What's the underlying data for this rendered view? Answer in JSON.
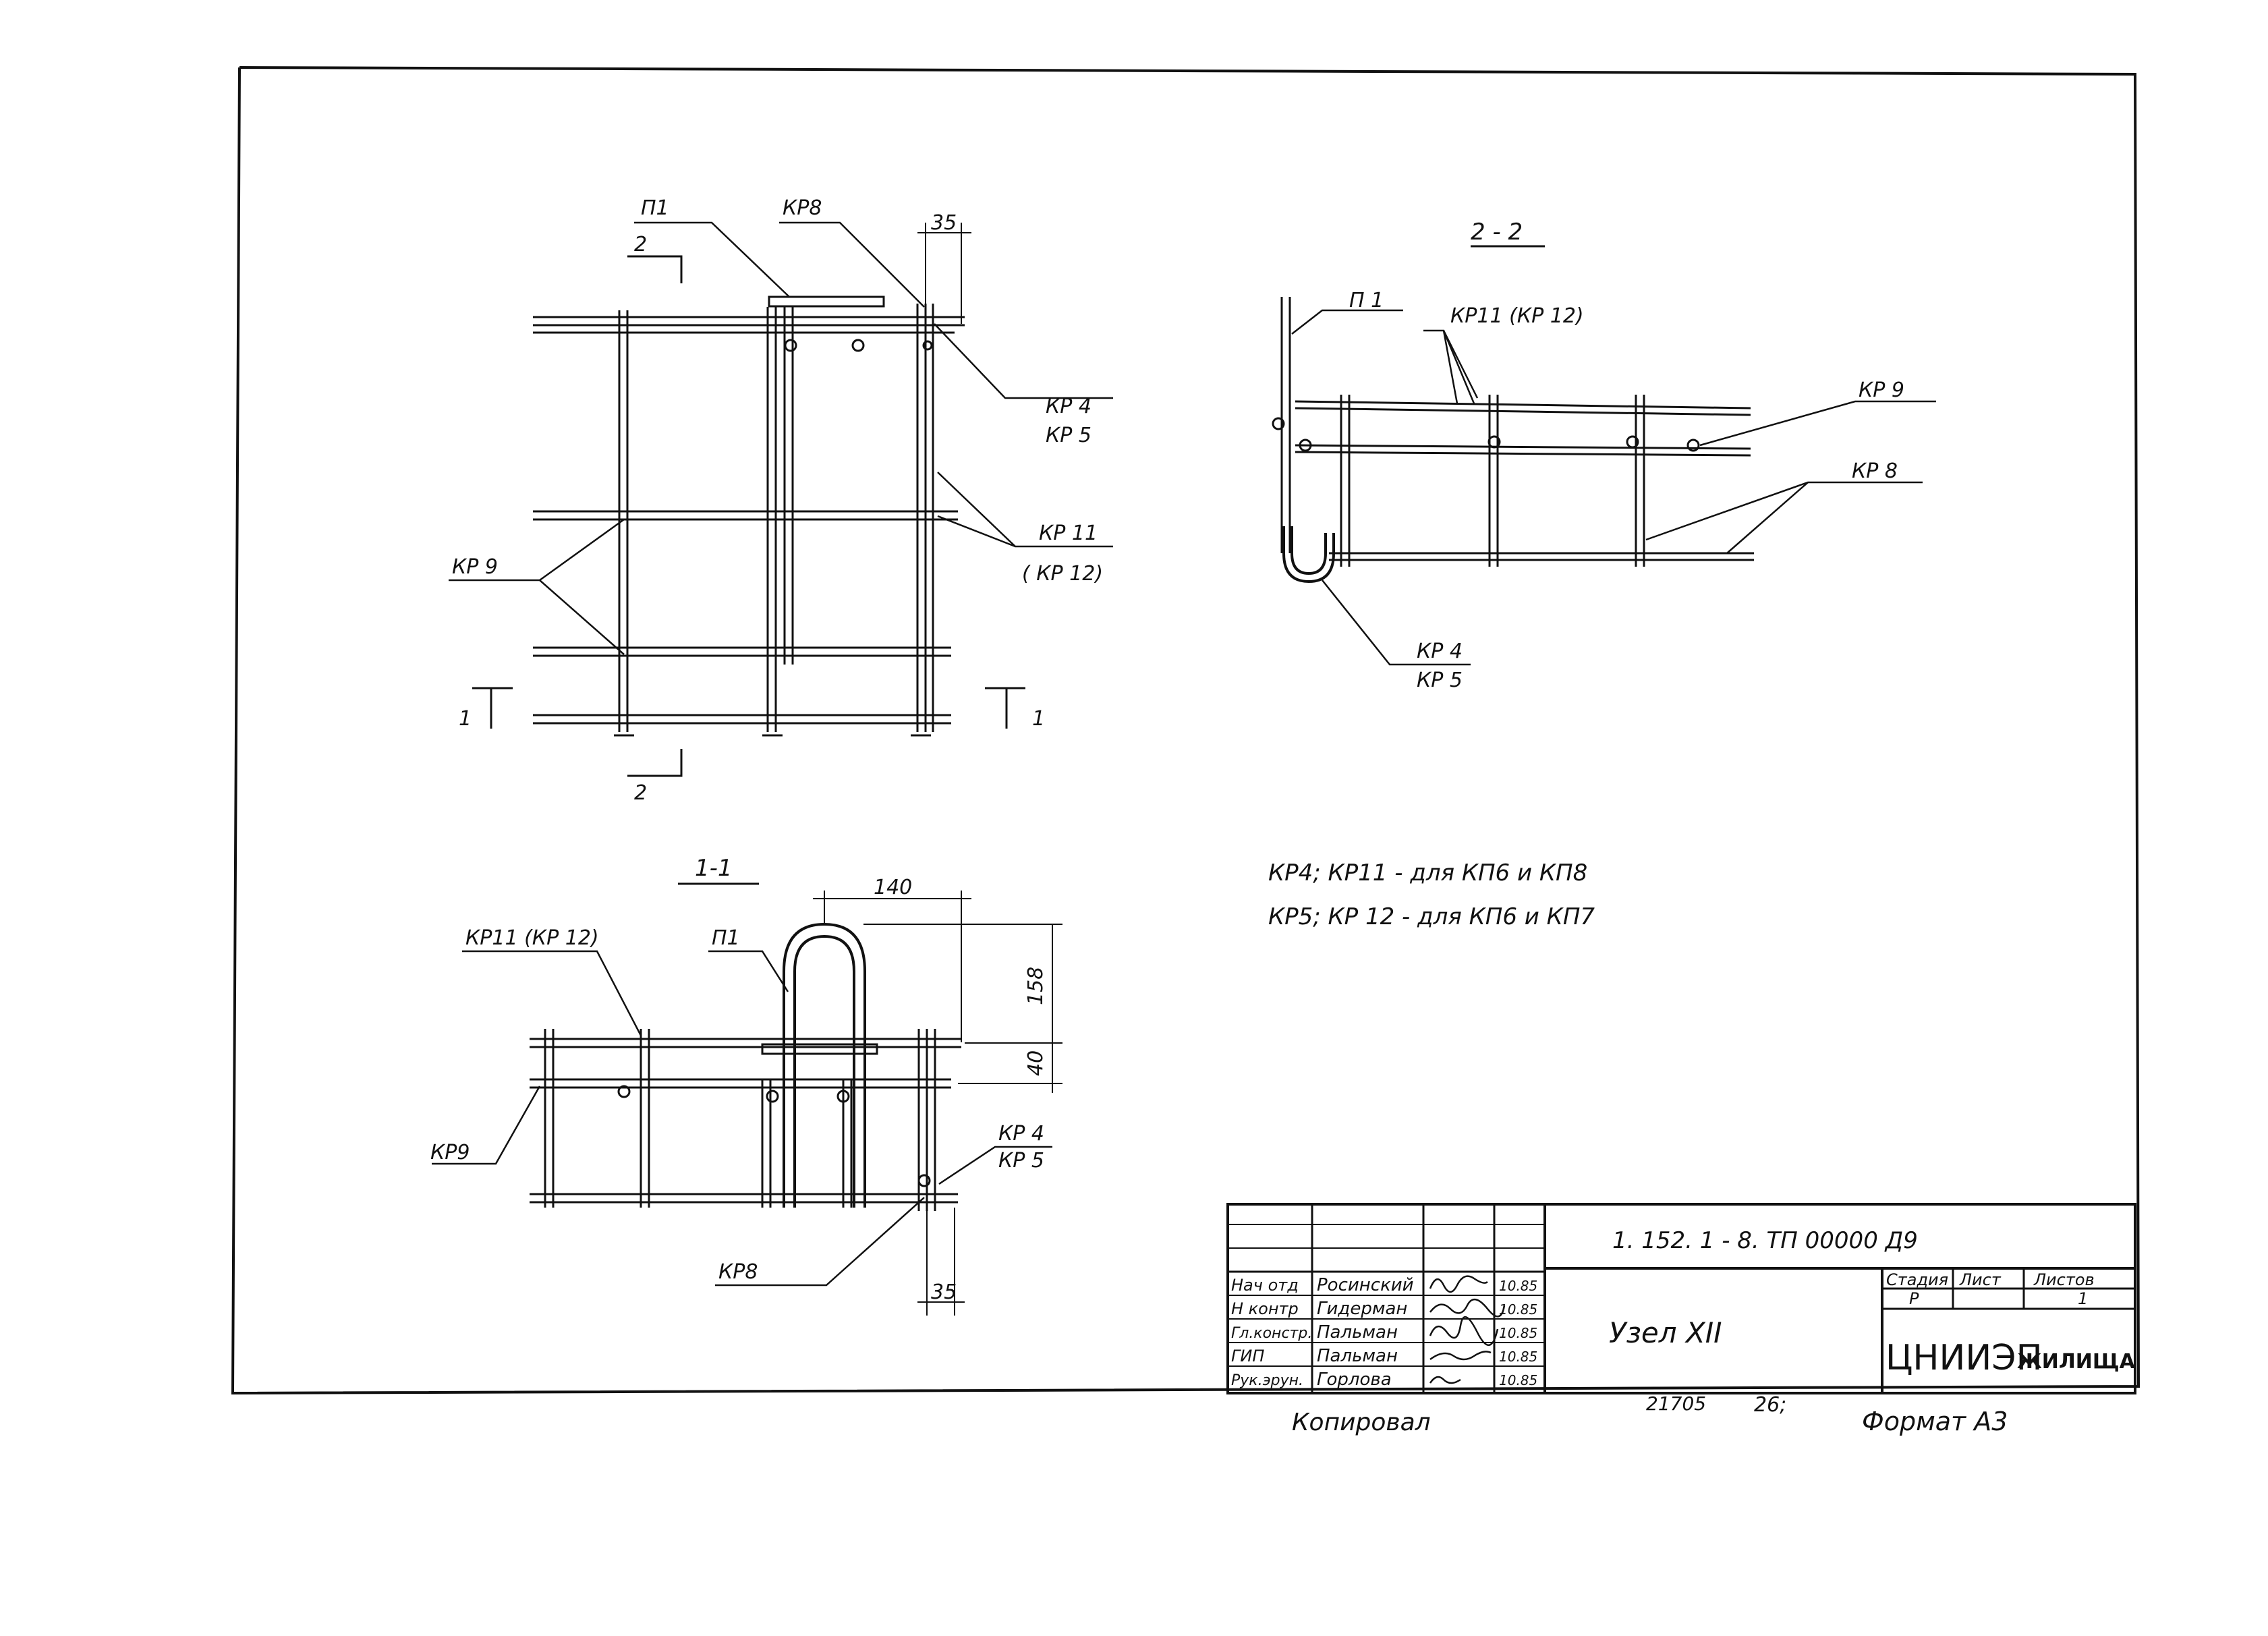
{
  "view_main": {
    "labels": {
      "p1": "П1",
      "kr8": "КР8",
      "dim35": "35",
      "sec2_top": "2",
      "sec2_bottom": "2",
      "sec1_left": "1",
      "sec1_right": "1",
      "kr4": "КР 4",
      "kr5": "КР 5",
      "kr11": "КР 11",
      "kr12": "( КР 12)",
      "kr9": "КР 9"
    }
  },
  "section_2_2": {
    "title": "2 - 2",
    "labels": {
      "p1": "П 1",
      "kr11_12": "КР11 (КР 12)",
      "kr9": "КР 9",
      "kr8": "КР 8",
      "kr4": "КР 4",
      "kr5": "КР 5"
    }
  },
  "section_1_1": {
    "title": "1-1",
    "labels": {
      "dim140": "140",
      "p1": "П1",
      "kr11_12": "КР11 (КР 12)",
      "dim158": "158",
      "dim40": "40",
      "kr9": "КР9",
      "kr4": "КР 4",
      "kr5": "КР 5",
      "kr8": "КР8",
      "dim35": "35"
    }
  },
  "notes": [
    "КР4; КР11 - для КП6 и КП8",
    "КР5; КР 12 - для КП6 и КП7"
  ],
  "title_block": {
    "doc_code": "1. 152. 1 - 8. ТП   00000 Д9",
    "title": "Узел ХII",
    "stage_header": "Стадия",
    "sheet_header": "Лист",
    "sheets_header": "Листов",
    "stage_value": "Р",
    "sheet_value": "",
    "sheets_value": "1",
    "org_logo": "ЦНИИЭП",
    "org_suffix": "ЖИЛИЩА",
    "signatures": [
      {
        "role": "Нач отд",
        "name": "Росинский",
        "date": "10.85"
      },
      {
        "role": "Н контр",
        "name": "Гидерман",
        "date": "10.85"
      },
      {
        "role": "Гл.констр.",
        "name": "Пальман",
        "date": "10.85"
      },
      {
        "role": "ГИП",
        "name": "Пальман",
        "date": "10.85"
      },
      {
        "role": "Рук.эрун.",
        "name": "Горлова",
        "date": "10.85"
      }
    ]
  },
  "footer": {
    "copied": "Копировал",
    "number": "21705",
    "sheet_no": "26;",
    "format": "Формат А3"
  }
}
